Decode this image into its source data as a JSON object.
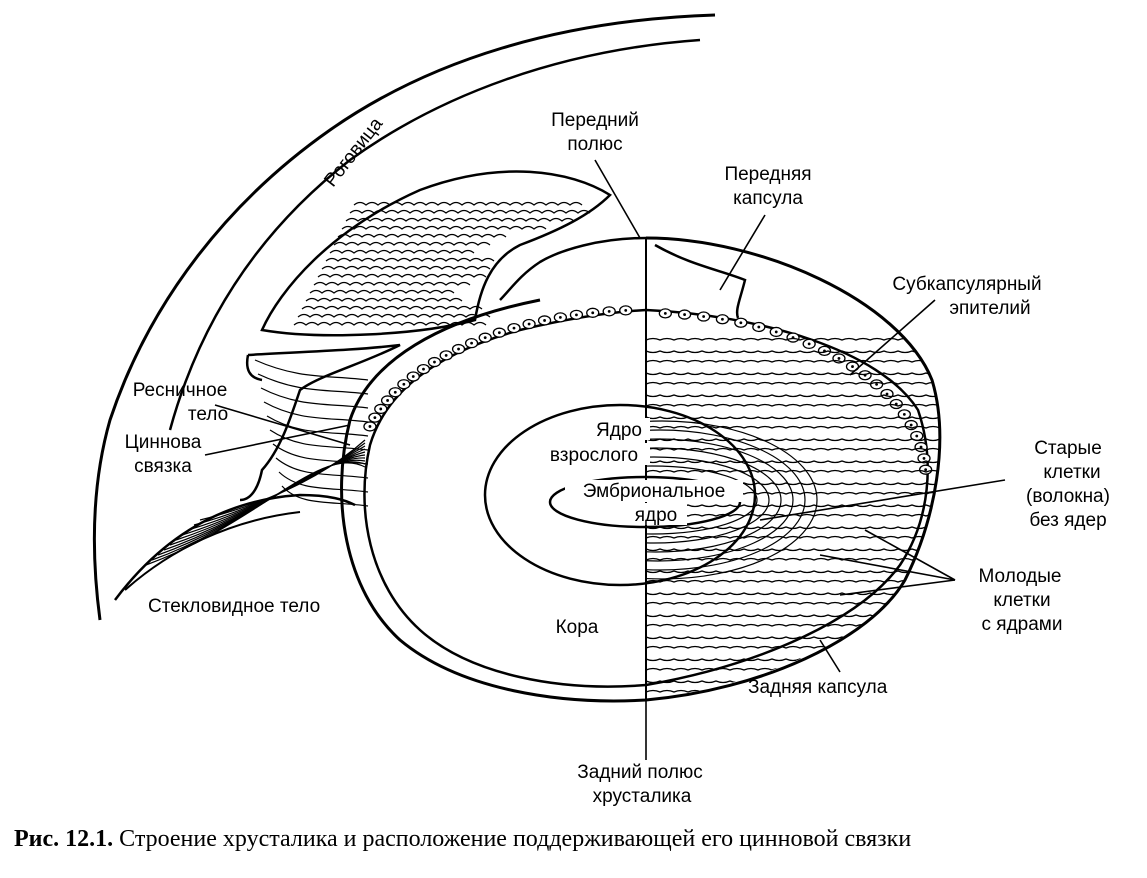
{
  "labels": {
    "cornea": "Роговица",
    "anterior_pole": [
      "Передний",
      "полюс"
    ],
    "anterior_capsule": [
      "Передняя",
      "капсула"
    ],
    "subcapsular_epithelium": [
      "Субкапсулярный",
      "эпителий"
    ],
    "ciliary_body": [
      "Ресничное",
      "тело"
    ],
    "zonule": [
      "Циннова",
      "связка"
    ],
    "adult_nucleus": [
      "Ядро",
      "взрослого"
    ],
    "embryonic_nucleus": [
      "Эмбриональное",
      "ядро"
    ],
    "old_cells": [
      "Старые",
      "клетки",
      "(волокна)",
      "без ядер"
    ],
    "young_cells": [
      "Молодые",
      "клетки",
      "с ядрами"
    ],
    "vitreous": "Стекловидное тело",
    "cortex": "Кора",
    "posterior_capsule": "Задняя капсула",
    "posterior_pole": [
      "Задний полюс",
      "хрусталика"
    ]
  },
  "caption": {
    "number": "Рис. 12.1.",
    "text": " Строение хрусталика и расположение поддерживающей его цинновой связки"
  }
}
